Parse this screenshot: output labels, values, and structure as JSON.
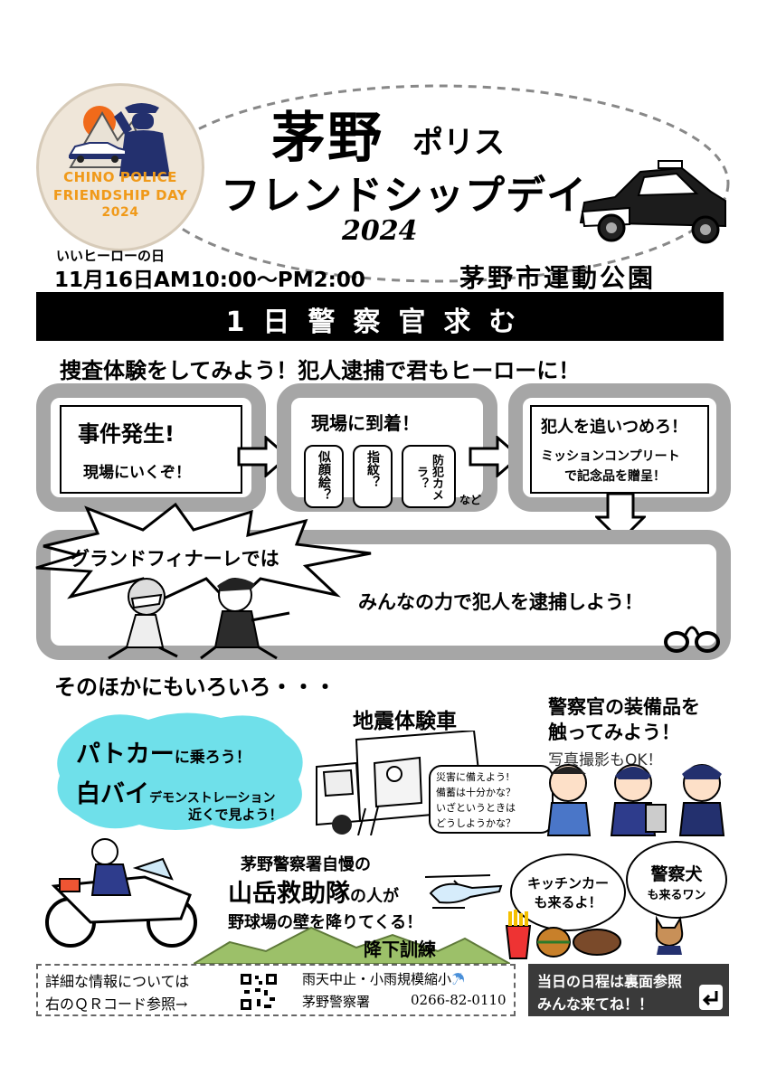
{
  "logo": {
    "line1": "CHINO POLICE",
    "line2": "FRIENDSHIP DAY",
    "line3": "2024"
  },
  "title": {
    "line1_big": "茅野",
    "line1_small": "ポリス",
    "line2": "フレンドシップデイ",
    "year": "2024"
  },
  "event": {
    "tagline": "いいヒーローの日",
    "datetime": "11月16日AM10:00〜PM2:00",
    "venue": "茅野市運動公園"
  },
  "banner": "1日警察官求む",
  "headline": "捜査体験をしてみよう！犯人逮捕で君もヒーローに！",
  "steps": [
    {
      "title": "事件発生!",
      "body": "現場にいくぞ！"
    },
    {
      "title": "現場に到着！",
      "items": [
        "似顔絵？",
        "指紋？",
        "防犯カメラ？"
      ],
      "etc": "など"
    },
    {
      "title": "犯人を追いつめろ！",
      "body_line1": "ミッションコンプリート",
      "body_line2": "で記念品を贈呈！"
    }
  ],
  "finale": {
    "burst": "グランドフィナーレでは",
    "text": "みんなの力で犯人を逮捕しよう！"
  },
  "others_heading": "そのほかにもいろいろ・・・",
  "patrol": {
    "line1a": "パトカー",
    "line1b": "に乗ろう！",
    "line2a": "白バイ",
    "line2b": "デモンストレーション",
    "line3": "近くで見よう！"
  },
  "quake": {
    "title": "地震体験車",
    "speech1": "災害に備えよう!",
    "speech2": "備蓄は十分かな？",
    "speech3": "いざというときは",
    "speech4": "どうしようかな？"
  },
  "equipment": {
    "line1": "警察官の装備品を",
    "line2": "触ってみよう！",
    "line3": "写真撮影もOK！"
  },
  "rescue": {
    "line1": "茅野警察署自慢の",
    "line2a": "山岳救助隊",
    "line2b": "の人が",
    "line3": "野球場の壁を降りてくる！",
    "label": "降下訓練"
  },
  "kitchen": {
    "line1": "キッチンカー",
    "line2": "も来るよ！"
  },
  "dog": {
    "line1": "警察犬",
    "line2": "も来るワン"
  },
  "footer": {
    "info1": "詳細な情報については",
    "info2": "右のＱＲコード参照→",
    "rain": "雨天中止・小雨規模縮小",
    "station": "茅野警察署",
    "phone": "0266-82-0110",
    "schedule1": "当日の日程は裏面参照",
    "schedule2": "みんな来てね！！"
  },
  "colors": {
    "accent_orange": "#f09a1a",
    "navy": "#23306e",
    "banner": "#000000",
    "frame_gray": "#a6a6a6",
    "patrol_bubble": "#6fe0ea"
  }
}
